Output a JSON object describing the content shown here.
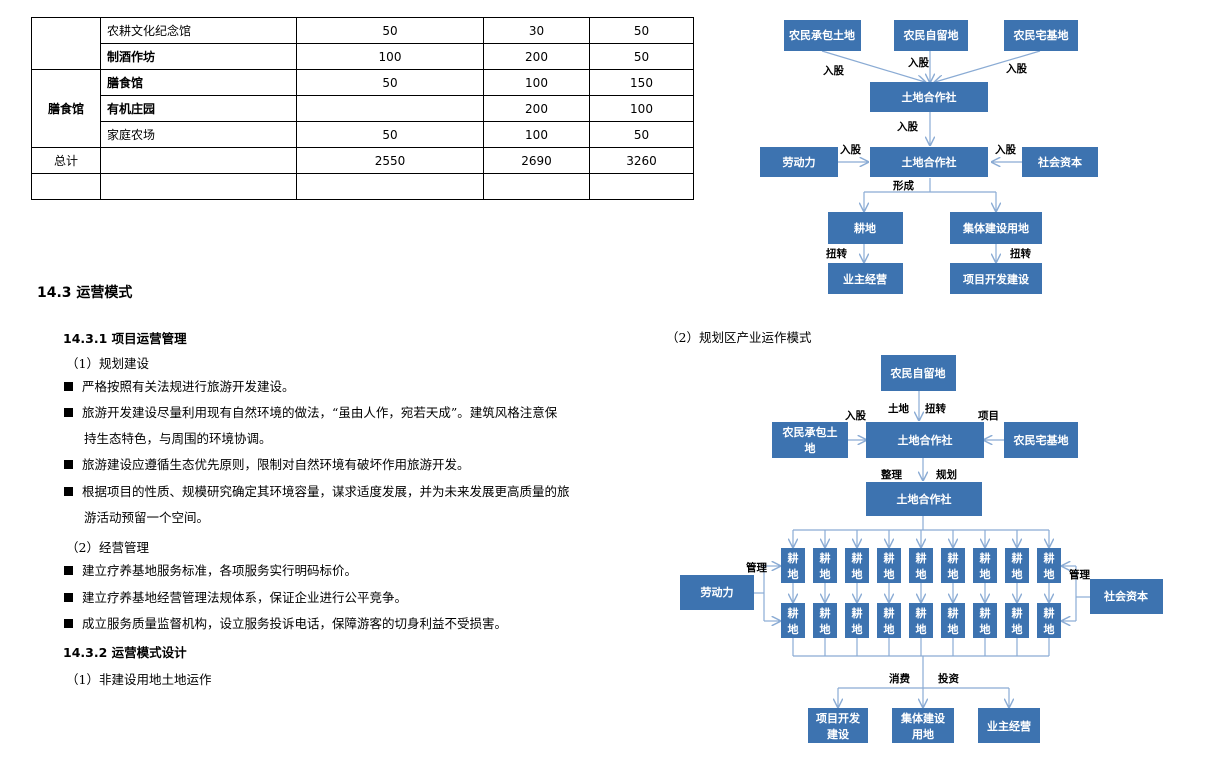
{
  "table": {
    "rows": [
      {
        "cat": "",
        "name": "农耕文化纪念馆",
        "bold": false,
        "v1": "50",
        "v2": "30",
        "v3": "50"
      },
      {
        "cat": "",
        "name": "制酒作坊",
        "bold": true,
        "v1": "100",
        "v2": "200",
        "v3": "50"
      },
      {
        "cat": "膳食馆",
        "name": "膳食馆",
        "bold": true,
        "v1": "50",
        "v2": "100",
        "v3": "150"
      },
      {
        "cat": "",
        "name": "有机庄园",
        "bold": true,
        "v1": "",
        "v2": "200",
        "v3": "100"
      },
      {
        "cat": "",
        "name": "家庭农场",
        "bold": false,
        "v1": "50",
        "v2": "100",
        "v3": "50"
      }
    ],
    "total": {
      "label": "总计",
      "v1": "2550",
      "v2": "2690",
      "v3": "3260"
    }
  },
  "section": {
    "title": "14.3 运营模式",
    "sub1": "14.3.1 项目运营管理",
    "p1": "（1）规划建设",
    "b1": "严格按照有关法规进行旅游开发建设。",
    "b2a": "旅游开发建设尽量利用现有自然环境的做法，“虽由人作，宛若天成”。建筑风格注意保",
    "b2b": "持生态特色，与周围的环境协调。",
    "b3": "旅游建设应遵循生态优先原则，限制对自然环境有破坏作用旅游开发。",
    "b4a": "根据项目的性质、规模研究确定其环境容量，谋求适度发展，并为未来发展更高质量的旅",
    "b4b": "游活动预留一个空间。",
    "p2": "（2）经营管理",
    "b5": "建立疗养基地服务标准，各项服务实行明码标价。",
    "b6": "建立疗养基地经营管理法规体系，保证企业进行公平竞争。",
    "b7": "成立服务质量监督机构，设立服务投诉电话，保障游客的切身利益不受损害。",
    "sub2": "14.3.2 运营模式设计",
    "p3": "（1）非建设用地土地运作",
    "caption2": "（2）规划区产业运作模式"
  },
  "diagram1": {
    "top_left": "农民承包土地",
    "top_mid": "农民自留地",
    "top_right": "农民宅基地",
    "coop1": "土地合作社",
    "coop2": "土地合作社",
    "labor": "劳动力",
    "capital": "社会资本",
    "farmland": "耕地",
    "collective": "集体建设用地",
    "owner": "业主经营",
    "project": "项目开发建设",
    "lbl_share": "入股",
    "lbl_form": "形成",
    "lbl_transfer": "扭转"
  },
  "diagram2": {
    "top": "农民自留地",
    "left": "农民承包土地",
    "center": "土地合作社",
    "right": "农民宅基地",
    "coop2": "土地合作社",
    "labor": "劳动力",
    "capital": "社会资本",
    "cell_top": "耕",
    "cell_bottom": "地",
    "out1a": "项目开发",
    "out1b": "建设",
    "out2a": "集体建设",
    "out2b": "用地",
    "out3": "业主经营",
    "left_a": "农民承包土",
    "left_b": "地",
    "lbl_share": "入股",
    "lbl_land": "土地",
    "lbl_transfer": "扭转",
    "lbl_project": "项目",
    "lbl_arrange": "整理",
    "lbl_plan": "规划",
    "lbl_manage": "管理",
    "lbl_consume": "消费",
    "lbl_invest": "投资"
  }
}
